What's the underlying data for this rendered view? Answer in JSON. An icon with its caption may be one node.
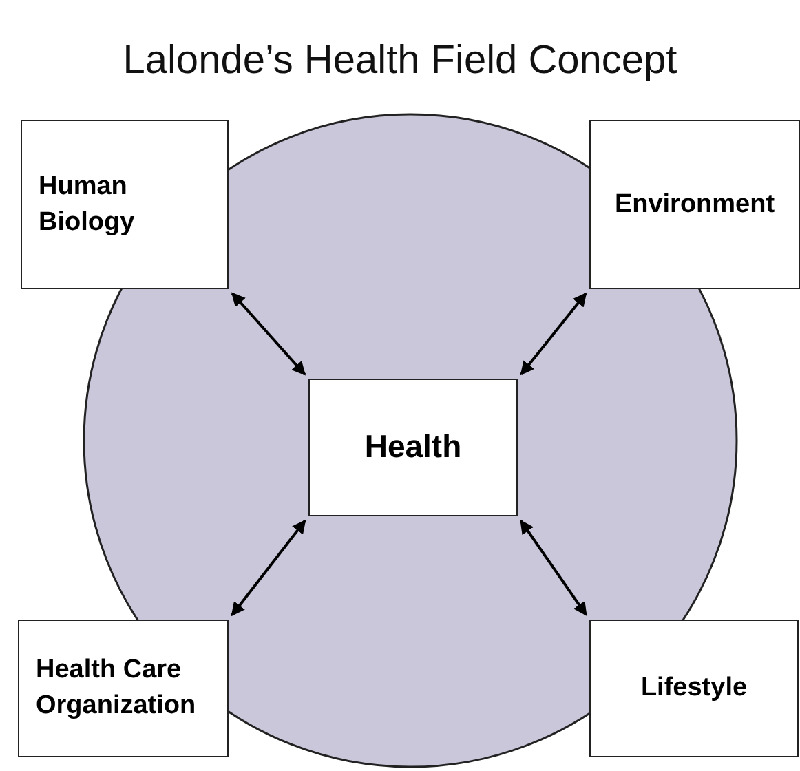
{
  "diagram": {
    "title": "Lalonde’s Health Field Concept",
    "nodes": [
      {
        "text": [],
        "shape": "circle"
      },
      {
        "text": [
          "Human Biology"
        ]
      },
      {
        "text": [
          "Environment"
        ]
      },
      {
        "text": [
          "Health"
        ],
        "in": 0
      },
      {
        "text": [
          "Health Care Organization"
        ]
      },
      {
        "text": [
          "Lifestyle"
        ]
      }
    ],
    "edges": [
      {
        "from": 3,
        "to": 1,
        "arrow": "both"
      },
      {
        "from": 3,
        "to": 2,
        "arrow": "both"
      },
      {
        "from": 3,
        "to": 4,
        "arrow": "both"
      },
      {
        "from": 3,
        "to": 5,
        "arrow": "both"
      }
    ]
  }
}
